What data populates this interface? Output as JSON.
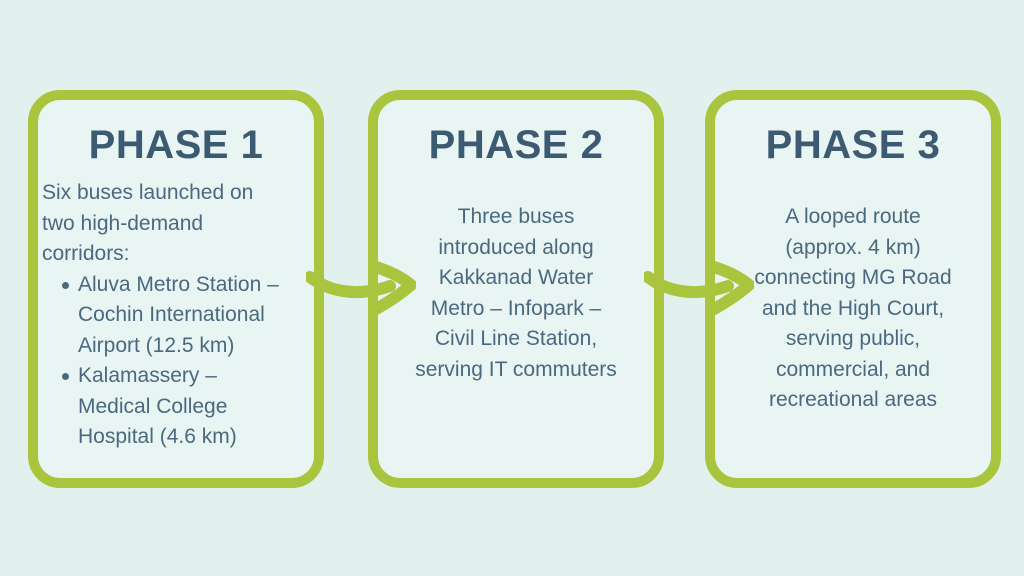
{
  "colors": {
    "page_background": "#e2f1ee",
    "card_background": "#e8f5f2",
    "accent_green": "#a9c53d",
    "title_color": "#3d5a73",
    "body_color": "#4a6980"
  },
  "icons": {
    "connector": "curved-right-arrow-icon"
  },
  "cards": [
    {
      "title": "PHASE 1",
      "intro_lines": [
        "Six buses launched on",
        "two high-demand",
        "corridors:"
      ],
      "bullets": [
        {
          "lines": [
            "Aluva Metro Station –",
            "Cochin International",
            "Airport (12.5 km)"
          ]
        },
        {
          "lines": [
            "Kalamassery –",
            "Medical College",
            "Hospital (4.6 km)"
          ]
        }
      ]
    },
    {
      "title": "PHASE 2",
      "lines": [
        "Three buses",
        "introduced along",
        "Kakkanad Water",
        "Metro – Infopark –",
        "Civil Line Station,",
        "serving IT commuters"
      ]
    },
    {
      "title": "PHASE 3",
      "lines": [
        "A looped route",
        "(approx. 4 km)",
        "connecting MG Road",
        "and the High Court,",
        "serving public,",
        "commercial, and",
        "recreational areas"
      ]
    }
  ]
}
